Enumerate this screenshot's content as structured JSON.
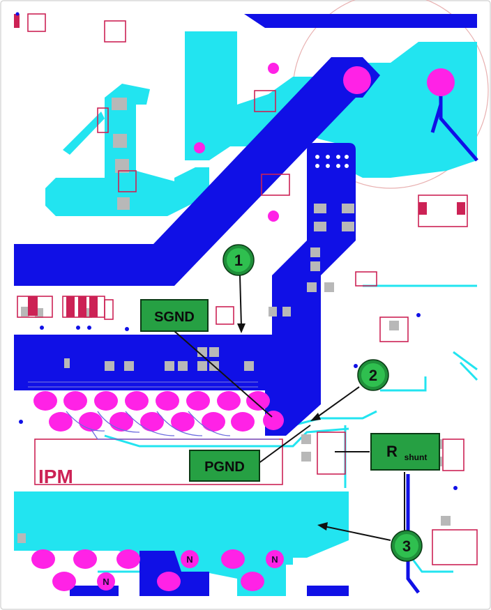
{
  "colors": {
    "blue": "#1010e6",
    "cyan": "#22e4f0",
    "magenta": "#ff22e6",
    "green_fill": "#1f8f3a",
    "green_label": "#26a043",
    "silkscreen": "#cc2255",
    "pad_gray": "#b8b8b8"
  },
  "labels": {
    "sgnd": "SGND",
    "pgnd": "PGND",
    "rshunt_main": "R",
    "rshunt_sub": "shunt",
    "ipm": "IPM",
    "marker1": "1",
    "marker2": "2",
    "marker3": "3",
    "n_mark_1": "N",
    "n_mark_2": "N",
    "n_mark_3": "N"
  }
}
